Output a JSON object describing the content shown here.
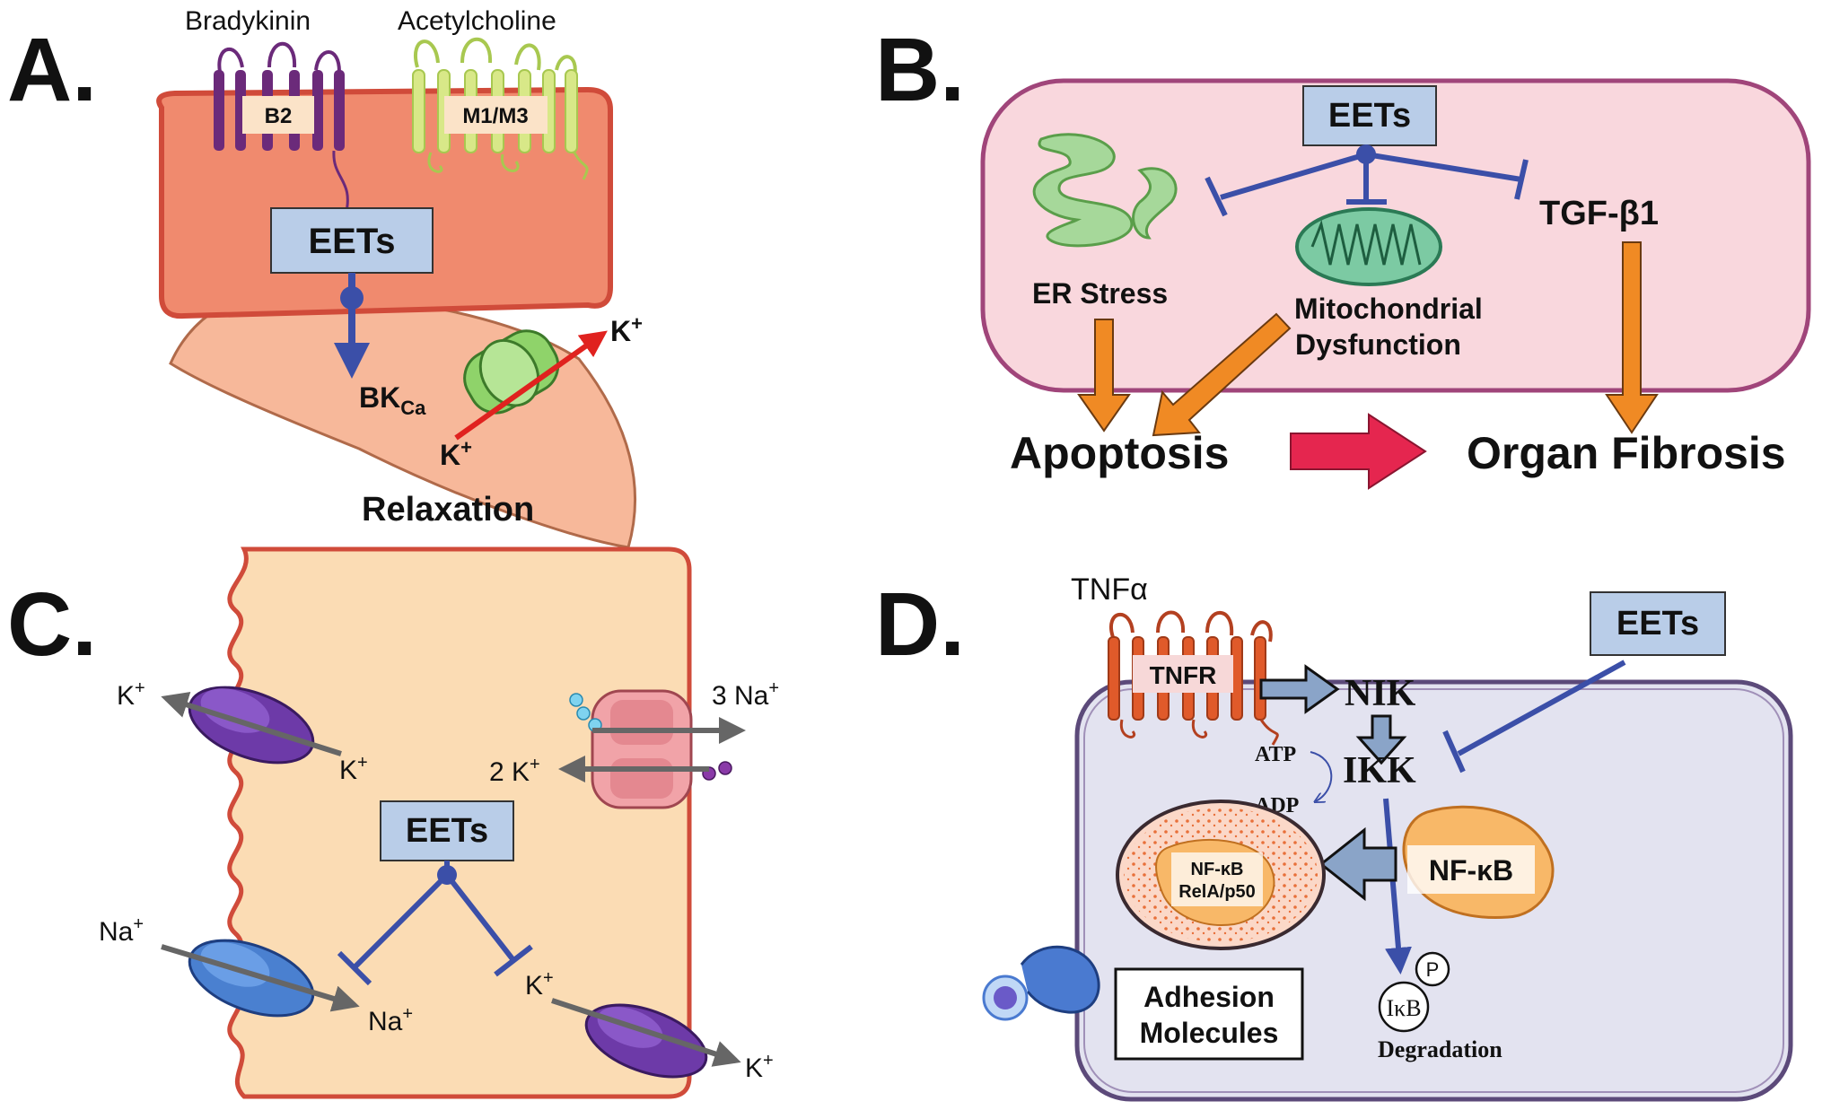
{
  "panels": {
    "a": {
      "letter": "A.",
      "ligand_1": "Bradykinin",
      "ligand_2": "Acetylcholine",
      "receptor_1": "B2",
      "receptor_2": "M1/M3",
      "mediator": "EETs",
      "channel": "BK",
      "channel_sub": "Ca",
      "ion_in": "K",
      "ion_out": "K",
      "ion_charge": "+",
      "outcome": "Relaxation"
    },
    "b": {
      "letter": "B.",
      "mediator": "EETs",
      "target_1": "ER Stress",
      "target_2_line1": "Mitochondrial",
      "target_2_line2": "Dysfunction",
      "target_3": "TGF-β1",
      "outcome_1": "Apoptosis",
      "outcome_2": "Organ Fibrosis"
    },
    "c": {
      "letter": "C.",
      "mediator": "EETs",
      "k_out_top": "K",
      "k_in_top": "K",
      "pump_na": "3 Na",
      "pump_k": "2 K",
      "na_out": "Na",
      "na_in": "Na",
      "k_in_bottom": "K",
      "k_out_bottom": "K",
      "charge": "+"
    },
    "d": {
      "letter": "D.",
      "ligand": "TNFα",
      "receptor": "TNFR",
      "mediator": "EETs",
      "kinase_1": "NIK",
      "kinase_2": "IKK",
      "atp": "ATP",
      "adp": "ADP",
      "nfkb": "NF-κB",
      "nfkb_nuclear_1": "NF-κB",
      "nfkb_nuclear_2": "RelA/p50",
      "adhesion_1": "Adhesion",
      "adhesion_2": "Molecules",
      "phospho": "P",
      "ikb": "IκB",
      "degradation": "Degradation"
    }
  },
  "colors": {
    "inhibit_blue": "#3b4fa8",
    "activation_orange": "#f08a24",
    "label_box": "#b9cde8",
    "cell_pink": "#f9d7dd",
    "endothelium": "#f08a6e",
    "smooth_muscle": "#f7b89a",
    "tubule": "#fbdcb4",
    "endo_d": "#e3e3f0",
    "fibrosis_arrow": "#e5264f"
  }
}
